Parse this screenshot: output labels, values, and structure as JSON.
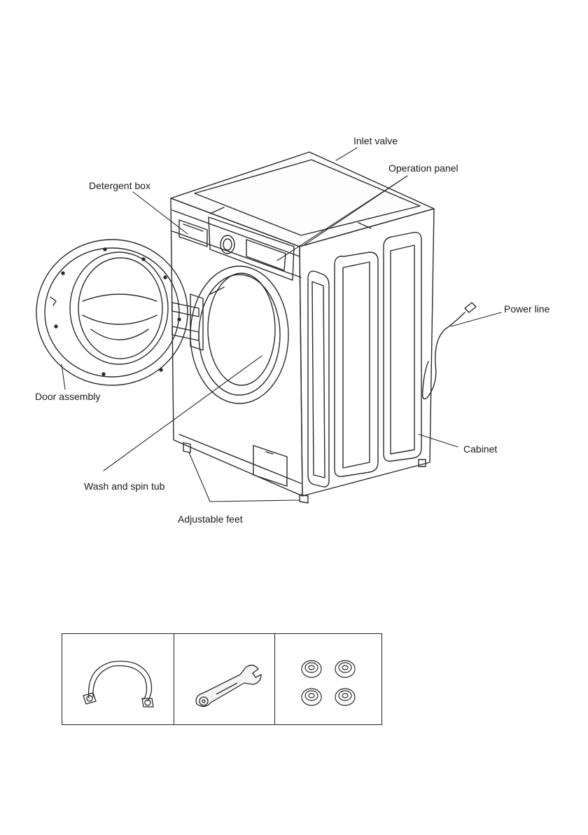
{
  "figure": {
    "labels": {
      "inlet_valve": "Inlet valve",
      "operation_panel": "Operation panel",
      "detergent_box": "Detergent box",
      "power_line": "Power line",
      "door_assembly": "Door assembly",
      "cabinet": "Cabinet",
      "wash_and_spin_tub": "Wash and spin tub",
      "adjustable_feet": "Adjustable feet"
    }
  },
  "accessories": {
    "items": [
      {
        "icon": "inlet-hose-icon"
      },
      {
        "icon": "spanner-wrench-icon"
      },
      {
        "icon": "foot-caps-icon"
      }
    ]
  }
}
